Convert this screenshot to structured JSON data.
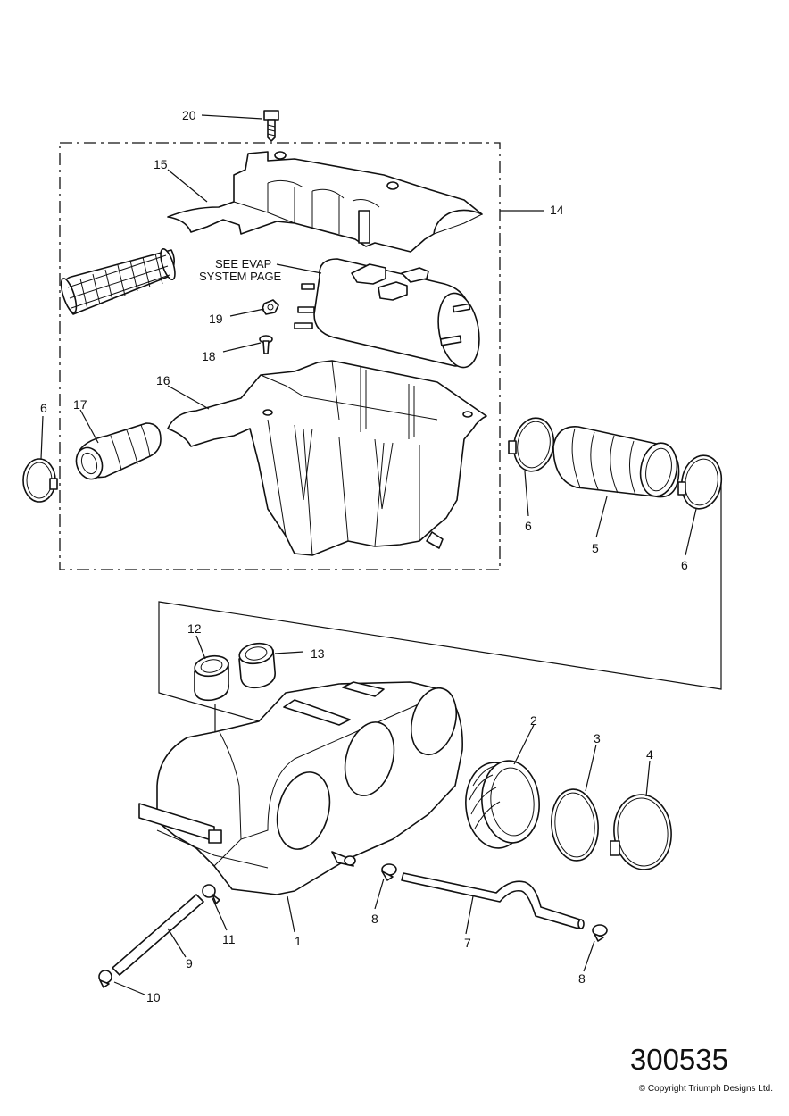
{
  "drawing_number": "300535",
  "copyright": "© Copyright Triumph Designs Ltd.",
  "note": {
    "line1": "SEE EVAP",
    "line2": "SYSTEM PAGE"
  },
  "callouts": [
    {
      "id": "c20",
      "text": "20"
    },
    {
      "id": "c15",
      "text": "15"
    },
    {
      "id": "c14",
      "text": "14"
    },
    {
      "id": "c19",
      "text": "19"
    },
    {
      "id": "c18",
      "text": "18"
    },
    {
      "id": "c16",
      "text": "16"
    },
    {
      "id": "c17",
      "text": "17"
    },
    {
      "id": "c6a",
      "text": "6"
    },
    {
      "id": "c6b",
      "text": "6"
    },
    {
      "id": "c5",
      "text": "5"
    },
    {
      "id": "c6c",
      "text": "6"
    },
    {
      "id": "c12",
      "text": "12"
    },
    {
      "id": "c13",
      "text": "13"
    },
    {
      "id": "c2",
      "text": "2"
    },
    {
      "id": "c3",
      "text": "3"
    },
    {
      "id": "c4",
      "text": "4"
    },
    {
      "id": "c8a",
      "text": "8"
    },
    {
      "id": "c11",
      "text": "11"
    },
    {
      "id": "c1",
      "text": "1"
    },
    {
      "id": "c7",
      "text": "7"
    },
    {
      "id": "c9",
      "text": "9"
    },
    {
      "id": "c10",
      "text": "10"
    },
    {
      "id": "c8b",
      "text": "8"
    }
  ]
}
